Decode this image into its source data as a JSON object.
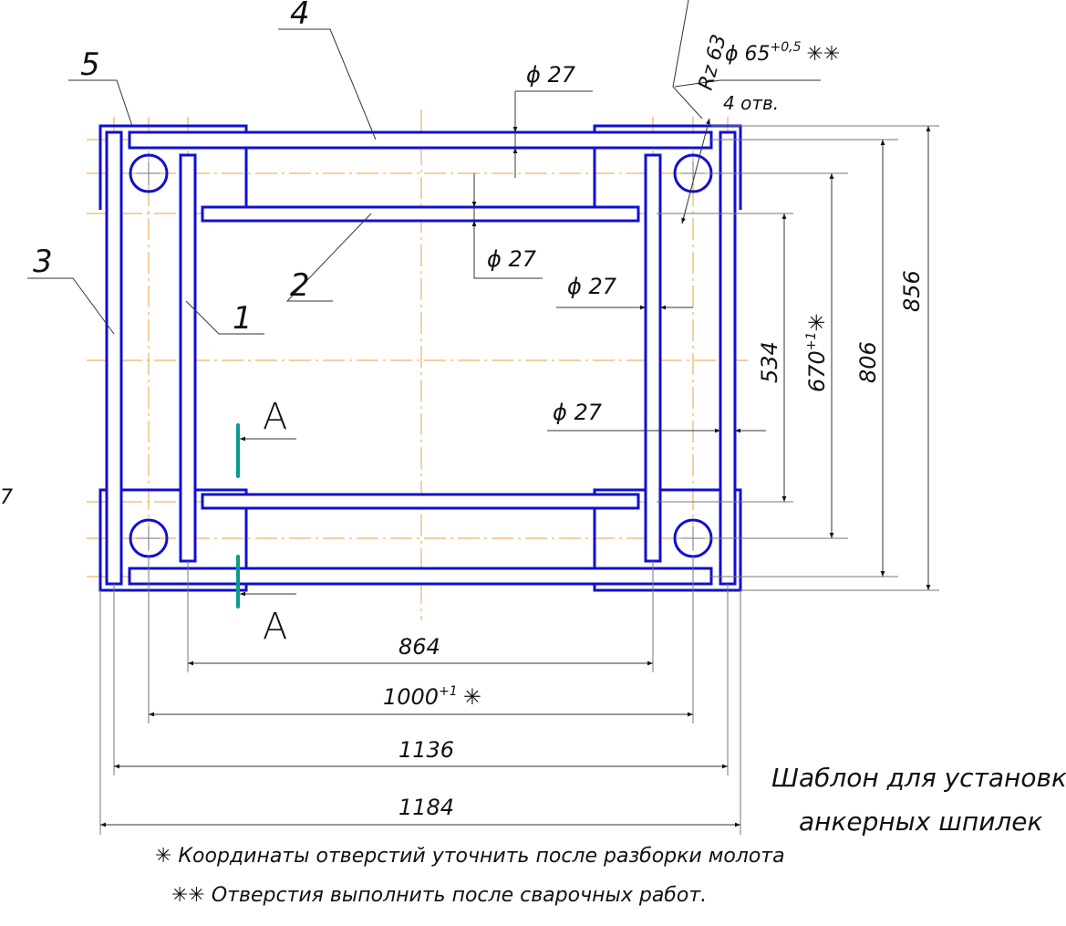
{
  "parts": {
    "p1": "1",
    "p2": "2",
    "p3": "3",
    "p4": "4",
    "p5": "5"
  },
  "holes": {
    "diameter": "ϕ 65",
    "tolerance": "+0,5",
    "marks": "✳✳",
    "count": "4 отв.",
    "roughness": "Rz 63"
  },
  "bar_dims": [
    "ϕ 27",
    "ϕ 27",
    "ϕ 27",
    "ϕ 27"
  ],
  "section": {
    "label_top": "А",
    "label_bottom": "А"
  },
  "vertical_dims": {
    "d534": "534",
    "d670": "670",
    "d670_tol": "+1",
    "d670_mark": "✳",
    "d806": "806",
    "d856": "856"
  },
  "horizontal_dims": {
    "d864": "864",
    "d1000": "1000",
    "d1000_tol": "+1",
    "d1000_mark": "✳",
    "d1136": "1136",
    "d1184": "1184"
  },
  "title": {
    "line1": "Шаблон для установки",
    "line2": "анкерных шпилек"
  },
  "notes": [
    "✳ Координаты отверстий уточнить после разборки молота",
    "✳✳ Отверстия выполнить после сварочных работ."
  ],
  "edge_fragment": "7",
  "colors": {
    "outline": "#1010d0",
    "centerline": "#e8a040",
    "section": "#0a9a90"
  }
}
